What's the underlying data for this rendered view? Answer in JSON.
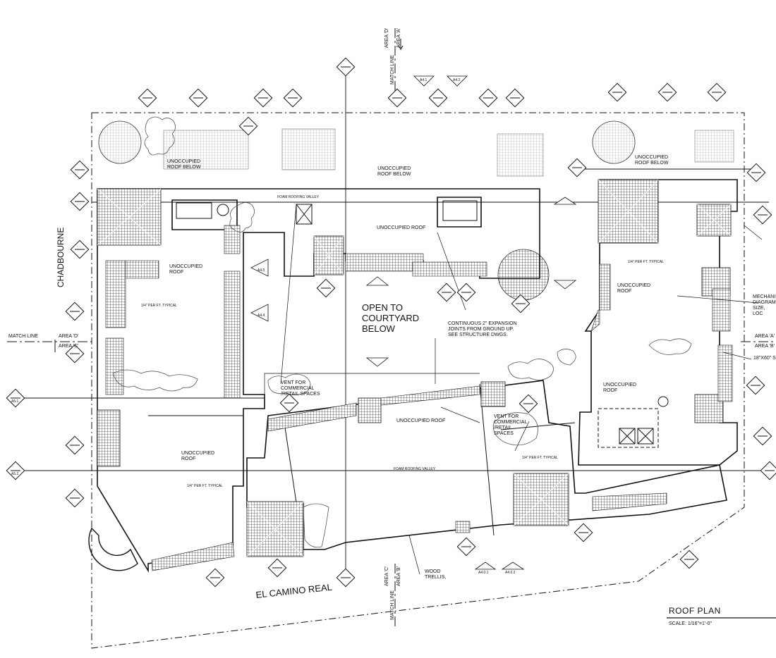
{
  "title": "ROOF PLAN",
  "scale": "SCALE: 1/16\"=1'-0\"",
  "streets": {
    "left": "CHADBOURNE",
    "bottom": "EL CAMINO REAL"
  },
  "match_lines": {
    "top": "MATCH LINE",
    "top_area_upper": "AREA 'D'",
    "top_area_lower": "AREA 'A'",
    "bottom": "MATCH LINE",
    "bottom_area_upper": "AREA 'C'",
    "bottom_area_lower": "AREA 'B'",
    "left": "MATCH LINE",
    "left_area_upper": "AREA 'D'",
    "left_area_lower": "AREA 'C'",
    "right_area_upper": "AREA 'A'",
    "right_area_lower": "AREA 'B'"
  },
  "notes": {
    "courtyard": "OPEN TO\nCOURTYARD\nBELOW",
    "expansion": "CONTINUOUS 2\" EXPANSION\nJOINTS FROM GROUND UP.\nSEE STRUCTURE DWGS.",
    "vent_1": "VENT FOR\nCOMMERCIAL\n/RETAIL SPACES",
    "vent_2": "VENT FOR\nCOMMERCIAL\n/RETAIL\nSPACES",
    "trellis": "WOOD\nTRELLIS,",
    "mechanical": "MECHANI\nDIAGRAM\nSIZE, LOC",
    "opening": "18\"X60\" S"
  },
  "roof_labels": [
    "UNOCCUPIED\nROOF BELOW",
    "UNOCCUPIED\nROOF BELOW",
    "UNOCCUPIED\nROOF BELOW",
    "UNOCCUPIED ROOF",
    "UNOCCUPIED\nROOF",
    "UNOCCUPIED\nROOF",
    "UNOCCUPIED\nROOF",
    "UNOCCUPIED ROOF",
    "UNOCCUPIED\nROOF"
  ],
  "slope_note": "1/4\" PER FT. TYPICAL",
  "valley_note": "FOAM ROOFING VALLEY",
  "section_refs": [
    "A4.1",
    "A4.2",
    "A4.5",
    "A4.4",
    "A5.1",
    "A5.2",
    "A4.0.1",
    "A4.0.2"
  ],
  "colors": {
    "line": "#111111",
    "hatch": "#555555",
    "paper": "#ffffff"
  }
}
